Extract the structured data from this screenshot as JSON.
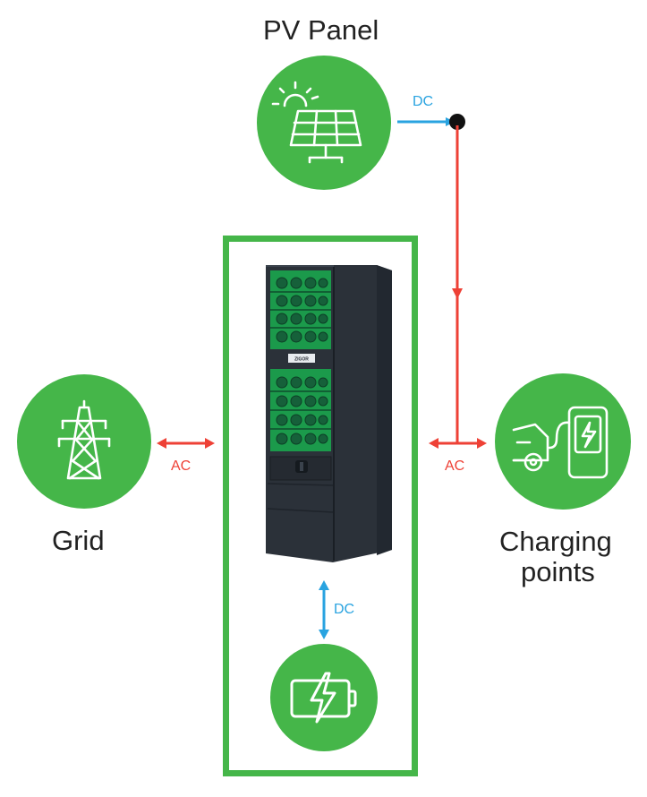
{
  "labels": {
    "pv": "PV Panel",
    "grid": "Grid",
    "charging_line1": "Charging",
    "charging_line2": "points",
    "ac_left": "AC",
    "ac_right": "AC",
    "dc_top": "DC",
    "dc_bottom": "DC",
    "cabinet_badge": "ZIGOR"
  },
  "nodes": [
    {
      "id": "pv-panel",
      "icon": "solar-panel-icon"
    },
    {
      "id": "grid",
      "icon": "power-tower-icon"
    },
    {
      "id": "charging-points",
      "icon": "ev-charger-icon"
    },
    {
      "id": "battery",
      "icon": "battery-charging-icon"
    },
    {
      "id": "cabinet",
      "icon": "inverter-cabinet"
    }
  ],
  "connections": [
    {
      "from": "pv-panel",
      "to": "junction",
      "type": "DC"
    },
    {
      "from": "junction",
      "to": "charging-points",
      "type": "AC"
    },
    {
      "from": "grid",
      "to": "cabinet",
      "type": "AC"
    },
    {
      "from": "cabinet",
      "to": "charging-points",
      "type": "AC"
    },
    {
      "from": "cabinet",
      "to": "battery",
      "type": "DC"
    }
  ],
  "colors": {
    "green": "#45b649",
    "ac": "#ee4136",
    "dc": "#29a3e0",
    "cabinet": "#2f3640",
    "text": "#222222"
  }
}
